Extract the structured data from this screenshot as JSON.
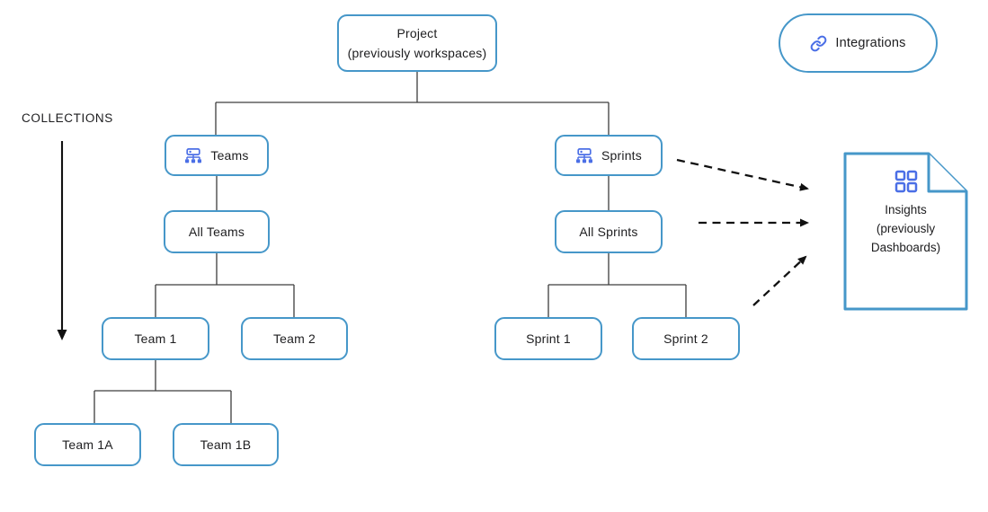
{
  "collections": {
    "label": "COLLECTIONS"
  },
  "nodes": {
    "project": {
      "line1": "Project",
      "line2": "(previously workspaces)"
    },
    "teams": {
      "label": "Teams"
    },
    "all_teams": {
      "label": "All Teams"
    },
    "team_1": {
      "label": "Team 1"
    },
    "team_2": {
      "label": "Team 2"
    },
    "team_1a": {
      "label": "Team 1A"
    },
    "team_1b": {
      "label": "Team 1B"
    },
    "sprints": {
      "label": "Sprints"
    },
    "all_sprints": {
      "label": "All Sprints"
    },
    "sprint_1": {
      "label": "Sprint 1"
    },
    "sprint_2": {
      "label": "Sprint 2"
    }
  },
  "integrations": {
    "label": "Integrations",
    "icon": "link-icon"
  },
  "insights": {
    "line1": "Insights",
    "line2": "(previously",
    "line3": "Dashboards)",
    "icon": "grid-icon"
  },
  "icons": {
    "teams": "org-chart-icon",
    "sprints": "org-chart-icon"
  },
  "edges": [
    {
      "from": "project",
      "to": "teams",
      "style": "solid"
    },
    {
      "from": "project",
      "to": "sprints",
      "style": "solid"
    },
    {
      "from": "teams",
      "to": "all_teams",
      "style": "solid"
    },
    {
      "from": "all_teams",
      "to": "team_1",
      "style": "solid"
    },
    {
      "from": "all_teams",
      "to": "team_2",
      "style": "solid"
    },
    {
      "from": "team_1",
      "to": "team_1a",
      "style": "solid"
    },
    {
      "from": "team_1",
      "to": "team_1b",
      "style": "solid"
    },
    {
      "from": "sprints",
      "to": "all_sprints",
      "style": "solid"
    },
    {
      "from": "all_sprints",
      "to": "sprint_1",
      "style": "solid"
    },
    {
      "from": "all_sprints",
      "to": "sprint_2",
      "style": "solid"
    },
    {
      "from": "sprints",
      "to": "insights",
      "style": "dashed-arrow"
    },
    {
      "from": "all_sprints",
      "to": "insights",
      "style": "dashed-arrow"
    },
    {
      "from": "sprint_2_area",
      "to": "insights",
      "style": "dashed-arrow"
    }
  ],
  "colors": {
    "box_border": "#4697C9",
    "icon_blue": "#4B6FE6",
    "connector_line": "#3d3d3d",
    "arrow_black": "#111111",
    "text": "#1d1d1f"
  }
}
